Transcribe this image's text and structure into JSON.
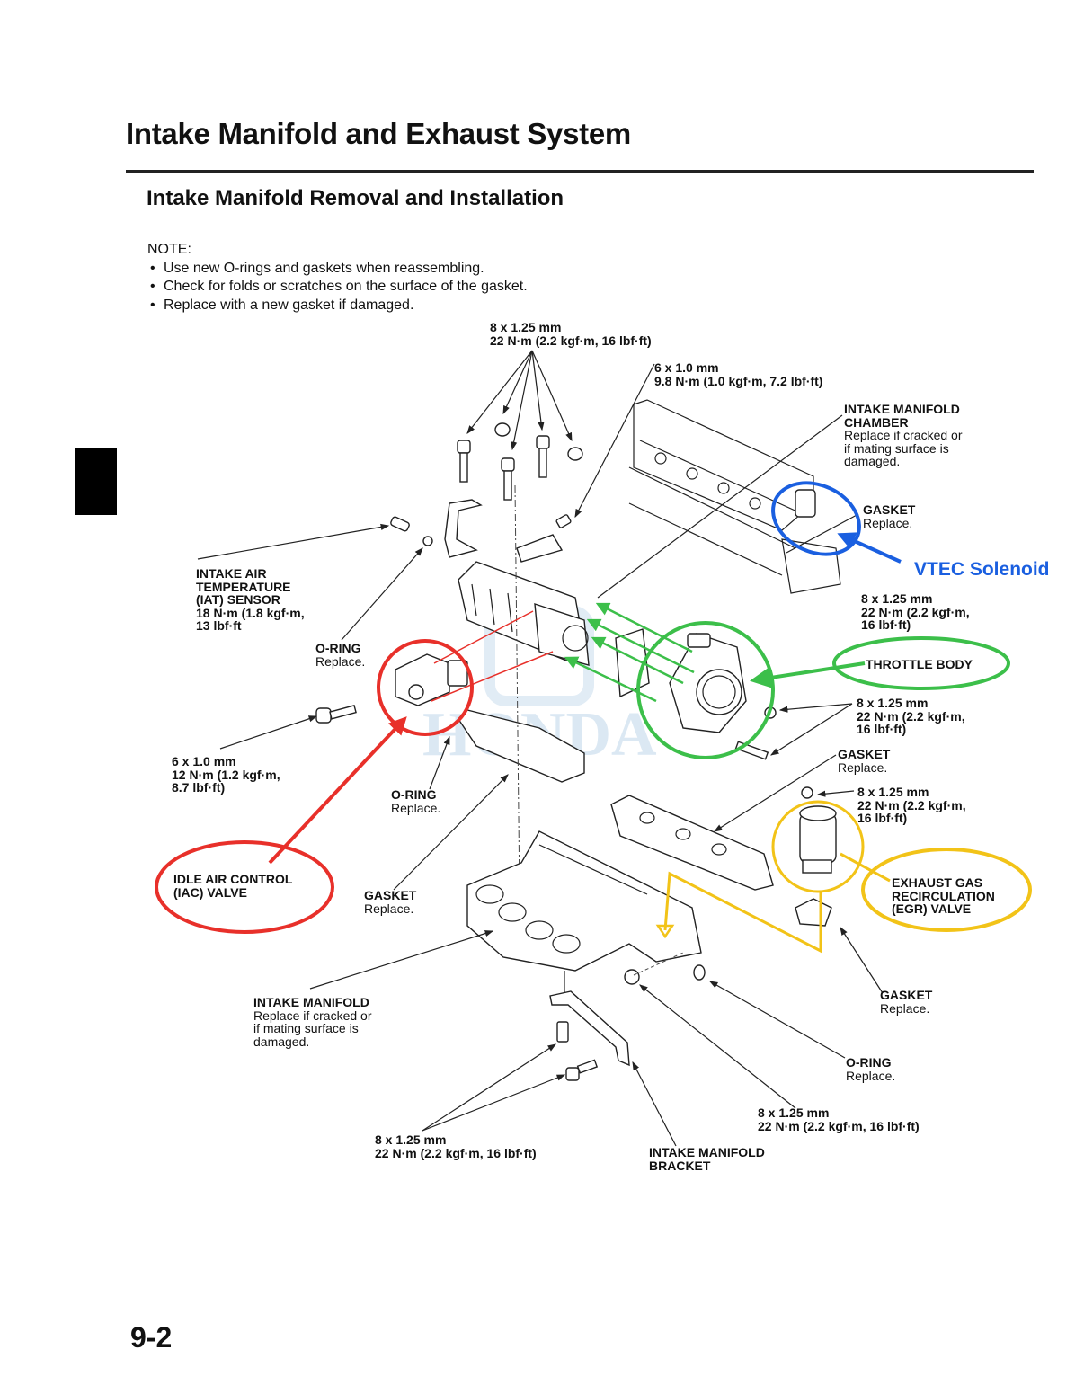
{
  "page": {
    "section_title": "Intake Manifold and Exhaust System",
    "subsection_title": "Intake Manifold Removal and Installation",
    "page_number": "9-2"
  },
  "note": {
    "heading": "NOTE:",
    "items": [
      "Use new O-rings and gaskets when reassembling.",
      "Check for folds or scratches on the surface of the gasket.",
      "Replace with a new gasket if damaged."
    ]
  },
  "labels": {
    "top_bolts": {
      "size": "8 x 1.25 mm",
      "torque": "22 N·m (2.2 kgf·m, 16 lbf·ft)"
    },
    "bracket_bolt_top": {
      "size": "6 x 1.0 mm",
      "torque": "9.8 N·m (1.0 kgf·m, 7.2 lbf·ft)"
    },
    "chamber": {
      "title_1": "INTAKE MANIFOLD",
      "title_2": "CHAMBER",
      "note_1": "Replace if cracked or",
      "note_2": "if mating surface is",
      "note_3": "damaged."
    },
    "gasket_vtec": {
      "title": "GASKET",
      "note": "Replace."
    },
    "vtec_bolt": {
      "size": "8 x 1.25 mm",
      "torque_1": "22 N·m (2.2 kgf·m,",
      "torque_2": "16 lbf·ft)"
    },
    "iat_sensor": {
      "line_1": "INTAKE AIR",
      "line_2": "TEMPERATURE",
      "line_3": "(IAT) SENSOR",
      "line_4": "18 N·m (1.8 kgf·m,",
      "line_5": "13 lbf·ft"
    },
    "oring_iat": {
      "title": "O-RING",
      "note": "Replace."
    },
    "throttle_body": {
      "title": "THROTTLE BODY"
    },
    "throttle_bolts": {
      "size": "8 x 1.25 mm",
      "torque_1": "22 N·m (2.2 kgf·m,",
      "torque_2": "16 lbf·ft)"
    },
    "gasket_throttle": {
      "title": "GASKET",
      "note": "Replace."
    },
    "iac_bolt": {
      "size": "6 x 1.0 mm",
      "torque_1": "12 N·m (1.2 kgf·m,",
      "torque_2": "8.7 lbf·ft)"
    },
    "oring_iac": {
      "title": "O-RING",
      "note": "Replace."
    },
    "egr_bolt": {
      "size": "8 x 1.25 mm",
      "torque_1": "22 N·m (2.2 kgf·m,",
      "torque_2": "16 lbf·ft)"
    },
    "iac_valve": {
      "line_1": "IDLE AIR CONTROL",
      "line_2": "(IAC) VALVE"
    },
    "gasket_iac": {
      "title": "GASKET",
      "note": "Replace."
    },
    "egr_valve": {
      "line_1": "EXHAUST GAS",
      "line_2": "RECIRCULATION",
      "line_3": "(EGR) VALVE"
    },
    "intake_manifold": {
      "title": "INTAKE MANIFOLD",
      "note_1": "Replace if cracked or",
      "note_2": "if mating surface is",
      "note_3": "damaged."
    },
    "gasket_egr": {
      "title": "GASKET",
      "note": "Replace."
    },
    "oring_manifold": {
      "title": "O-RING",
      "note": "Replace."
    },
    "manifold_nut": {
      "size": "8 x 1.25 mm",
      "torque": "22 N·m (2.2 kgf·m, 16 lbf·ft)"
    },
    "bracket_bolts": {
      "size": "8 x 1.25 mm",
      "torque": "22 N·m (2.2 kgf·m, 16 lbf·ft)"
    },
    "bracket": {
      "line_1": "INTAKE MANIFOLD",
      "line_2": "BRACKET"
    }
  },
  "annotations": {
    "vtec_solenoid": "VTEC Solenoid",
    "colors": {
      "vtec": "#1a5fe0",
      "throttle": "#3cbf4a",
      "iac": "#e8302a",
      "egr": "#f2c318"
    }
  },
  "watermark": "HONDA"
}
